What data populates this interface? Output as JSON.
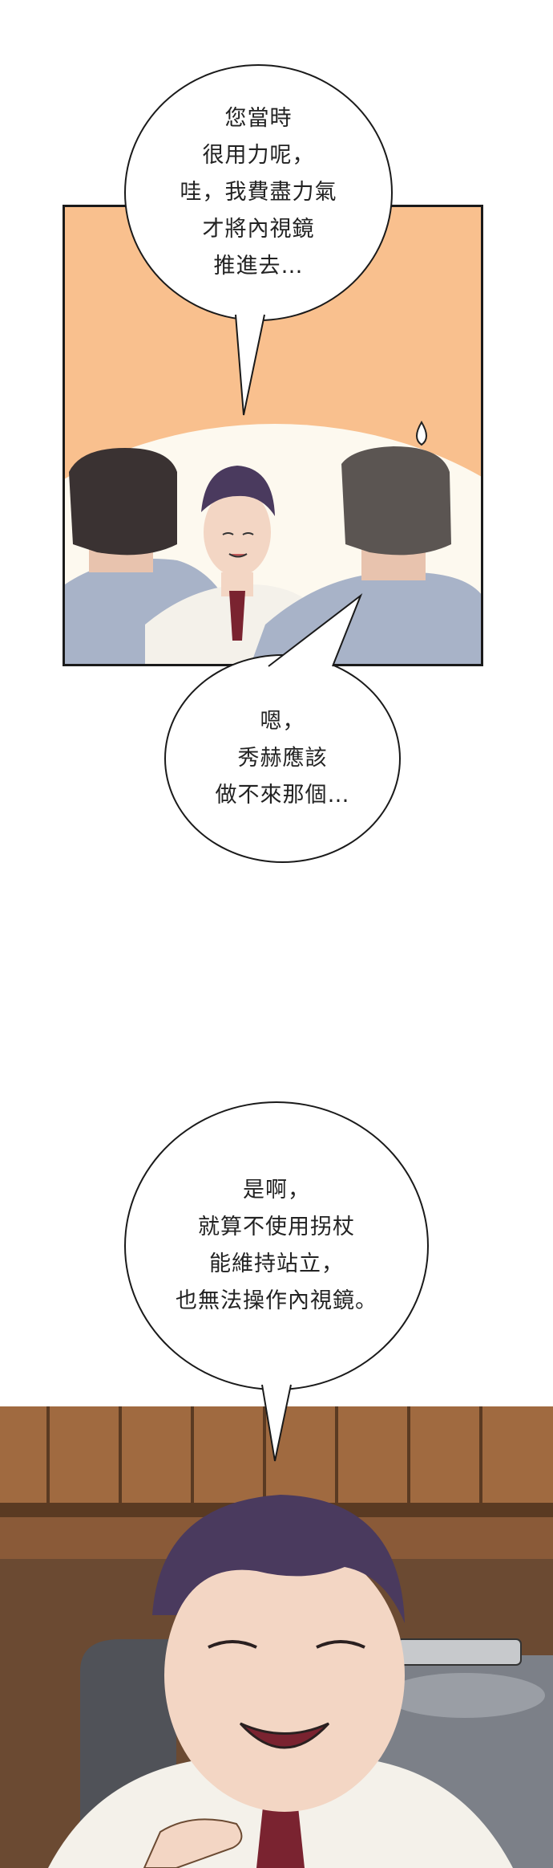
{
  "panels": [
    {
      "name": "office-meeting-panel"
    },
    {
      "name": "smiling-doctor-panel"
    }
  ],
  "bubbles": [
    {
      "name": "speech-bubble-1",
      "lines": [
        "您當時",
        "很用力呢，",
        "哇，我費盡力氣",
        "才將內視鏡",
        "推進去…"
      ]
    },
    {
      "name": "speech-bubble-2",
      "lines": [
        "嗯，",
        "秀赫應該",
        "做不來那個…"
      ]
    },
    {
      "name": "speech-bubble-3",
      "lines": [
        "是啊，",
        "就算不使用拐杖",
        "能維持站立，",
        "也無法操作內視鏡。"
      ]
    }
  ],
  "colors": {
    "panel_peach": "#f9c08e",
    "panel_cream": "#fdf9ef",
    "shirt_blue": "#a8b3c8",
    "hair_dark": "#3a3232",
    "hair_purple": "#4a3a5e",
    "skin": "#f3d6c4",
    "tie_red": "#7a2330",
    "wood_brown": "#8a5a38"
  }
}
